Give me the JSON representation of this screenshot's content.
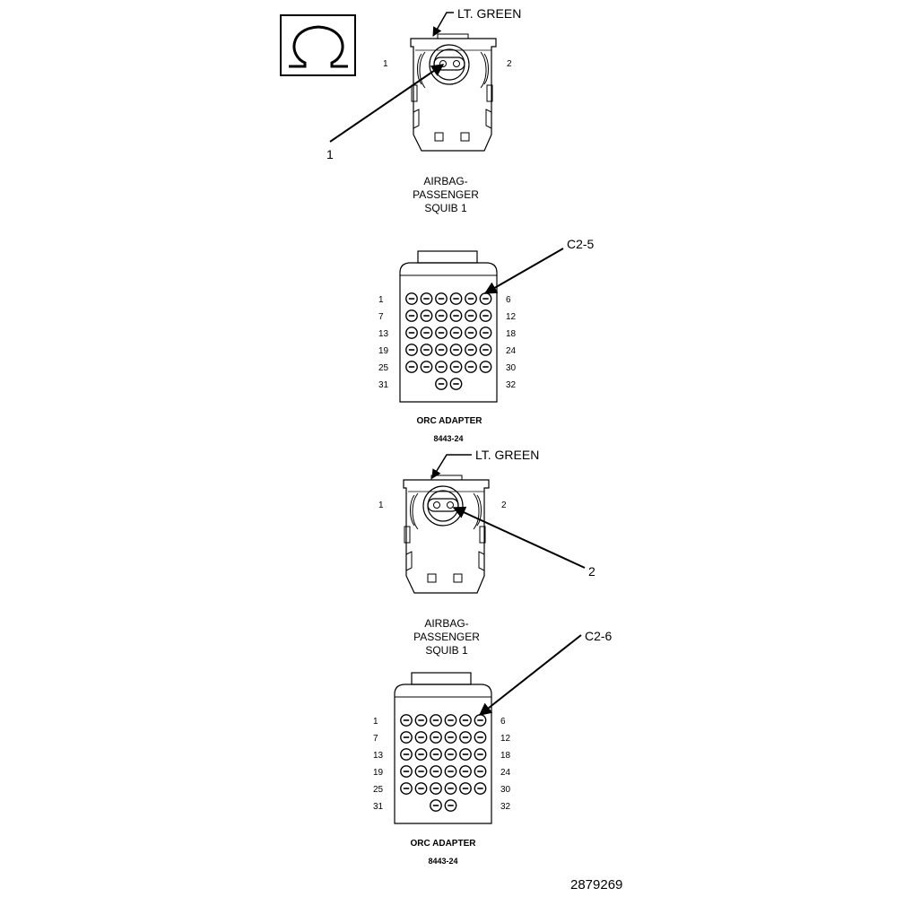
{
  "legend_symbol": {
    "icon": "omega-symbol-icon"
  },
  "squib_connectors": [
    {
      "color_label": "LT. GREEN",
      "pin_left": "1",
      "pin_right": "2",
      "callout": "1",
      "caption": [
        "AIRBAG-",
        "PASSENGER",
        "SQUIB 1"
      ]
    },
    {
      "color_label": "LT. GREEN",
      "pin_left": "1",
      "pin_right": "2",
      "callout": "2",
      "caption": [
        "AIRBAG-",
        "PASSENGER",
        "SQUIB 1"
      ]
    }
  ],
  "orc_connectors": [
    {
      "callout": "C2-5",
      "rows": [
        [
          "1",
          "6"
        ],
        [
          "7",
          "12"
        ],
        [
          "13",
          "18"
        ],
        [
          "19",
          "24"
        ],
        [
          "25",
          "30"
        ],
        [
          "31",
          "32"
        ]
      ],
      "caption": "ORC ADAPTER",
      "part_number": "8443-24"
    },
    {
      "callout": "C2-6",
      "rows": [
        [
          "1",
          "6"
        ],
        [
          "7",
          "12"
        ],
        [
          "13",
          "18"
        ],
        [
          "19",
          "24"
        ],
        [
          "25",
          "30"
        ],
        [
          "31",
          "32"
        ]
      ],
      "caption": "ORC ADAPTER",
      "part_number": "8443-24"
    }
  ],
  "figure_id": "2879269"
}
